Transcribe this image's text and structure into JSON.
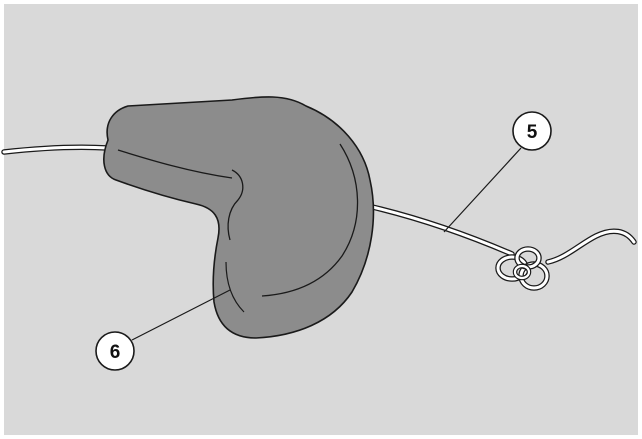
{
  "colors": {
    "background": "#d9d9d9",
    "plug_fill": "#8c8c8c",
    "plug_shade": "#7a7a7a",
    "cord": "#ffffff",
    "outline": "#1a1a1a",
    "callout_fill": "#ffffff"
  },
  "callouts": [
    {
      "number": "5",
      "refers_to": "cord-with-knot"
    },
    {
      "number": "6",
      "refers_to": "earplug"
    }
  ]
}
